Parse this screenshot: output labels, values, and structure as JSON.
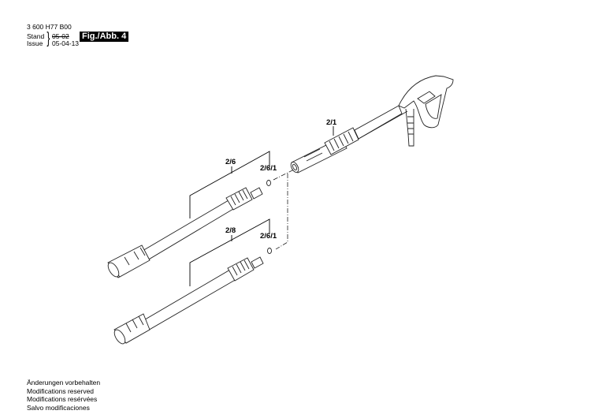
{
  "header": {
    "document_number": "3 600 H77 B00",
    "stand_label": "Stand",
    "stand_date": "05-02",
    "issue_label": "Issue",
    "issue_date": "05-04-13",
    "figure_label": "Fig./Abb. 4"
  },
  "diagram": {
    "part_labels": {
      "spray_gun": "2/1",
      "lance_upper": "2/6",
      "o_ring_upper": "2/6/1",
      "lance_lower": "2/8",
      "o_ring_lower": "2/6/1"
    }
  },
  "footer": {
    "notes": [
      "Änderungen vorbehalten",
      "Modifications reserved",
      "Modifications resérvées",
      "Salvo modificaciones"
    ]
  }
}
